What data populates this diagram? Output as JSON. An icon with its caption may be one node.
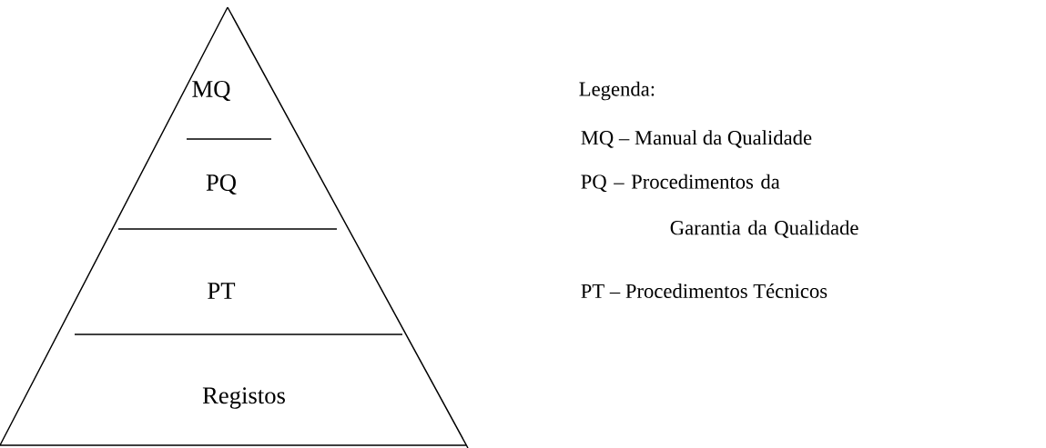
{
  "diagram": {
    "nodes": [
      {
        "text": [
          "MQ"
        ]
      },
      {
        "text": [
          "PQ"
        ]
      },
      {
        "text": [
          "PT"
        ]
      },
      {
        "text": [
          "Registos"
        ]
      }
    ],
    "labels": [
      "Legenda:",
      "MQ – Manual da Qualidade",
      "PQ – Procedimentos da Garantia da Qualidade",
      "PT – Procedimentos Técnicos"
    ]
  }
}
